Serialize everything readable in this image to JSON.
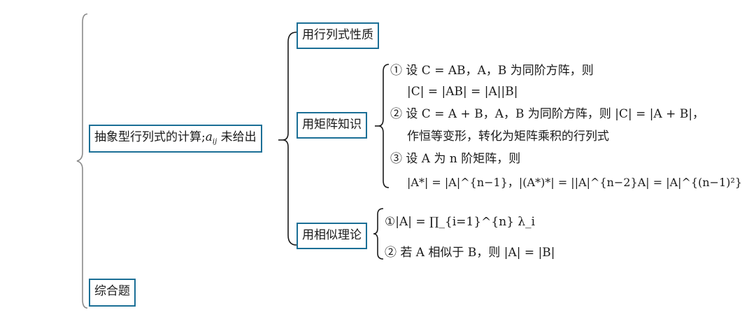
{
  "nodes": {
    "root": {
      "label": "抽象型行列式的计算;",
      "var": "a",
      "var_sub": "ij",
      "suffix": " 未给出"
    },
    "comprehensive": {
      "label": "综合题"
    },
    "properties": {
      "label": "用行列式性质"
    },
    "matrix": {
      "label": "用矩阵知识"
    },
    "similar": {
      "label": "用相似理论"
    }
  },
  "matrix_items": {
    "item1_line1": "① 设 C = AB，A，B 为同阶方阵，则",
    "item1_line2": "|C| = |AB| = |A||B|",
    "item2_line1": "② 设 C = A + B，A，B 为同阶方阵，则 |C| = |A + B|，",
    "item2_line2": "作恒等变形，转化为矩阵乘积的行列式",
    "item3_line1": "③ 设 A 为 n 阶矩阵，则",
    "item3_line2": "|A*| = |A|^{n−1}，|(A*)*| = ||A|^{n−2}A| = |A|^{(n−1)²}"
  },
  "similar_items": {
    "item1": "①|A| = ∏_{i=1}^{n} λ_i",
    "item2": "② 若 A 相似于 B，则 |A| = |B|"
  },
  "colors": {
    "box_border": "#1b6f96",
    "brace": "#8a8a8a"
  }
}
